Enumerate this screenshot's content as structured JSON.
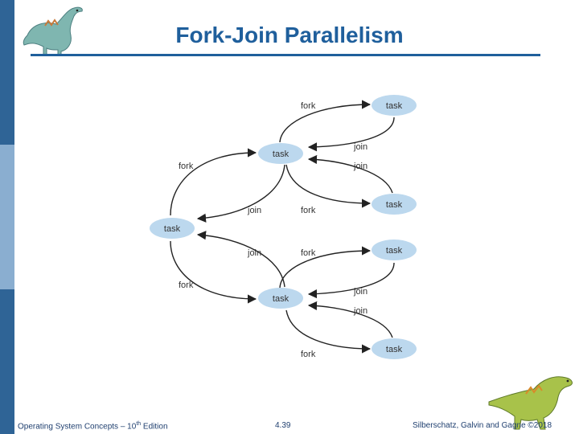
{
  "slide": {
    "title": "Fork-Join Parallelism",
    "accent_color": "#1f5f9c",
    "left_bar_colors": [
      "#2f6496",
      "#8aaed0",
      "#2f6496"
    ]
  },
  "diagram": {
    "nodes": [
      {
        "id": "root",
        "label": "task"
      },
      {
        "id": "mid_top",
        "label": "task"
      },
      {
        "id": "mid_bottom",
        "label": "task"
      },
      {
        "id": "leaf1",
        "label": "task"
      },
      {
        "id": "leaf2",
        "label": "task"
      },
      {
        "id": "leaf3",
        "label": "task"
      },
      {
        "id": "leaf4",
        "label": "task"
      }
    ],
    "edge_labels": {
      "fork": "fork",
      "join": "join"
    },
    "node_color": "#bcd8ee"
  },
  "footer": {
    "left_prefix": "Operating System Concepts – 10",
    "left_sup": "th",
    "left_suffix": " Edition",
    "center": "4.39",
    "right": "Silberschatz, Galvin and Gagne ©2018"
  },
  "logos": {
    "top_left": "dinosaur-logo",
    "bottom_right": "dinosaur-logo"
  }
}
